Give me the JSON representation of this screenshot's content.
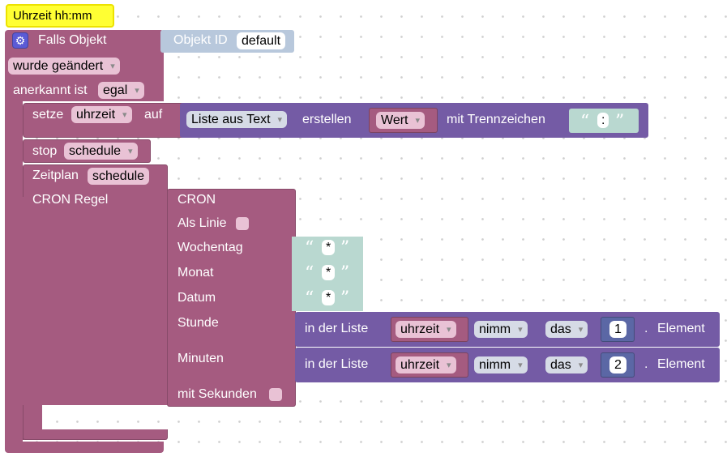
{
  "comment": "Uhrzeit hh:mm",
  "trigger": {
    "label": "Falls Objekt",
    "object_label": "Objekt ID",
    "object_value": "default",
    "changed_value": "wurde geändert",
    "ack_label": "anerkannt ist",
    "ack_value": "egal"
  },
  "setze": {
    "label": "setze",
    "var": "uhrzeit",
    "auf": "auf",
    "list_mode": "Liste aus Text",
    "create": "erstellen",
    "value": "Wert",
    "separator_label": "mit Trennzeichen",
    "separator_value": ":"
  },
  "stop": {
    "label": "stop",
    "value": "schedule"
  },
  "schedule": {
    "label": "Zeitplan",
    "name": "schedule",
    "cron_rule": "CRON Regel"
  },
  "cron": {
    "title": "CRON",
    "as_line": "Als Linie",
    "weekday": "Wochentag",
    "weekday_value": "*",
    "month": "Monat",
    "month_value": "*",
    "date": "Datum",
    "date_value": "*",
    "hour": "Stunde",
    "minutes": "Minuten",
    "seconds": "mit Sekunden"
  },
  "list_get": {
    "in_list": "in der Liste",
    "var": "uhrzeit",
    "mode": "nimm",
    "where": "das",
    "dot": ".",
    "element": "Element",
    "hour_index": "1",
    "minute_index": "2"
  },
  "colors": {
    "event": "#a55b80",
    "list": "#745ba5",
    "text": "#b9d8d0",
    "object": "#b8c8dc",
    "math": "#5b67a5",
    "comment": "#ffff33"
  }
}
